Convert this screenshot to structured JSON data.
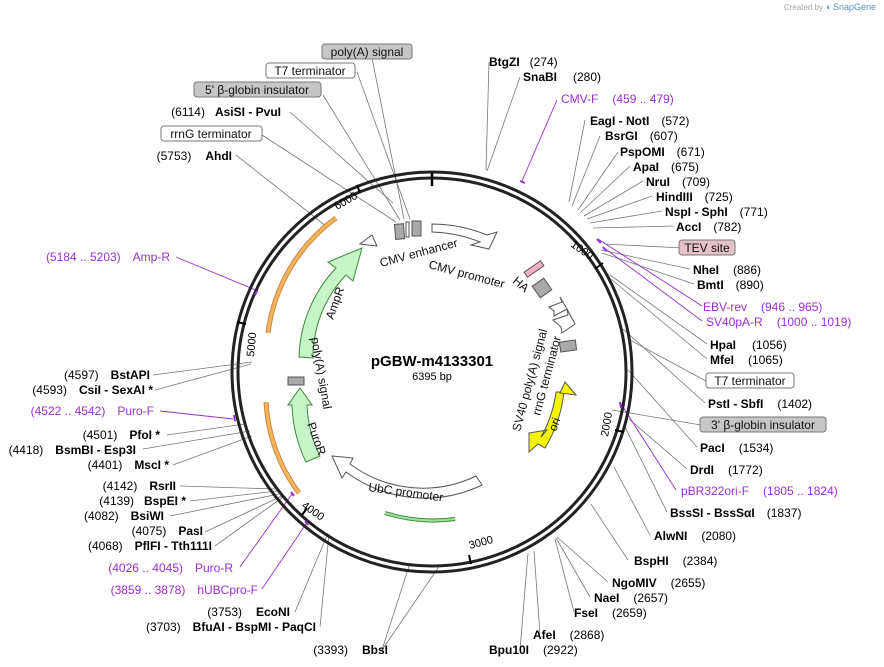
{
  "brand": {
    "created_by": "Created by",
    "app": "SnapGene",
    "logo_icon": "snapgene-logo-icon"
  },
  "plasmid": {
    "name": "pGBW-m4133301",
    "length": "6395 bp"
  },
  "ticks": [
    "1000",
    "2000",
    "3000",
    "4000",
    "5000",
    "6000"
  ],
  "sites_right": [
    {
      "name": "BtgZI",
      "pos": "(274)"
    },
    {
      "name": "SnaBI",
      "pos": "(280)"
    },
    {
      "name": "EagI  -  NotI",
      "pos": "(572)"
    },
    {
      "name": "BsrGI",
      "pos": "(607)"
    },
    {
      "name": "PspOMI",
      "pos": "(671)"
    },
    {
      "name": "ApaI",
      "pos": "(675)"
    },
    {
      "name": "NruI",
      "pos": "(709)"
    },
    {
      "name": "HindIII",
      "pos": "(725)"
    },
    {
      "name": "NspI  -  SphI",
      "pos": "(771)"
    },
    {
      "name": "AccI",
      "pos": "(782)"
    },
    {
      "name": "NheI",
      "pos": "(886)"
    },
    {
      "name": "BmtI",
      "pos": "(890)"
    },
    {
      "name": "HpaI",
      "pos": "(1056)"
    },
    {
      "name": "MfeI",
      "pos": "(1065)"
    },
    {
      "name": "PstI  -  SbfI",
      "pos": "(1402)"
    },
    {
      "name": "PacI",
      "pos": "(1534)"
    },
    {
      "name": "DrdI",
      "pos": "(1772)"
    },
    {
      "name": "BssSI  -  BssSαI",
      "pos": "(1837)"
    },
    {
      "name": "AlwNI",
      "pos": "(2080)"
    },
    {
      "name": "BspHI",
      "pos": "(2384)"
    },
    {
      "name": "NgoMIV",
      "pos": "(2655)"
    },
    {
      "name": "NaeI",
      "pos": "(2657)"
    },
    {
      "name": "FseI",
      "pos": "(2659)"
    },
    {
      "name": "AfeI",
      "pos": "(2868)"
    },
    {
      "name": "Bpu10I",
      "pos": "(2922)"
    }
  ],
  "sites_left": [
    {
      "name": "AsiSI  -  PvuI",
      "pos": "(6114)"
    },
    {
      "name": "AhdI",
      "pos": "(5753)"
    },
    {
      "name": "BstAPI",
      "pos": "(4597)"
    },
    {
      "name": "CsiI  -  SexAI *",
      "pos": "(4593)"
    },
    {
      "name": "PfoI *",
      "pos": "(4501)"
    },
    {
      "name": "BsmBI  -  Esp3I",
      "pos": "(4418)"
    },
    {
      "name": "MscI *",
      "pos": "(4401)"
    },
    {
      "name": "RsrII",
      "pos": "(4142)"
    },
    {
      "name": "BspEI *",
      "pos": "(4139)"
    },
    {
      "name": "BsiWI",
      "pos": "(4082)"
    },
    {
      "name": "PasI",
      "pos": "(4075)"
    },
    {
      "name": "PflFI  -  Tth111I",
      "pos": "(4068)"
    },
    {
      "name": "EcoNI",
      "pos": "(3753)"
    },
    {
      "name": "BfuAI  -  BspMI  -  PaqCI",
      "pos": "(3703)"
    },
    {
      "name": "BbsI",
      "pos": "(3393)"
    }
  ],
  "primers": [
    {
      "name": "CMV-F",
      "range": "(459 .. 479)"
    },
    {
      "name": "EBV-rev",
      "range": "(946 .. 965)"
    },
    {
      "name": "SV40pA-R",
      "range": "(1000 .. 1019)"
    },
    {
      "name": "pBR322ori-F",
      "range": "(1805 .. 1824)"
    },
    {
      "name": "Amp-R",
      "range": "(5184 .. 5203)"
    },
    {
      "name": "Puro-F",
      "range": "(4522 .. 4542)"
    },
    {
      "name": "Puro-R",
      "range": "(4026 .. 4045)"
    },
    {
      "name": "hUBCpro-F",
      "range": "(3859 .. 3878)"
    }
  ],
  "boxes": [
    {
      "text": "poly(A) signal",
      "style": "gray"
    },
    {
      "text": "T7 terminator",
      "style": "white"
    },
    {
      "text": "5' β-globin insulator",
      "style": "gray"
    },
    {
      "text": "rrnG terminator",
      "style": "white"
    },
    {
      "text": "TEV site",
      "style": "pink"
    },
    {
      "text": "T7 terminator",
      "style": "white"
    },
    {
      "text": "3' β-globin insulator",
      "style": "gray"
    }
  ],
  "features": [
    {
      "name": "CMV enhancer"
    },
    {
      "name": "CMV promoter"
    },
    {
      "name": "HA"
    },
    {
      "name": "SV40 poly(A) signal"
    },
    {
      "name": "rrnG terminator"
    },
    {
      "name": "ori"
    },
    {
      "name": "AmpR"
    },
    {
      "name": "poly(A) signal"
    },
    {
      "name": "PuroR"
    },
    {
      "name": "UbC promoter"
    }
  ],
  "colors": {
    "backbone": "#222222",
    "primer": "#9b30d0",
    "ori": "#f5f500",
    "resistance": "#c8f5c8",
    "resistance_stroke": "#3a8a3a",
    "promoter": "#ffffff",
    "terminator_gray": "#a9a9a9",
    "promoter_arc": "#f4b35f",
    "tev": "#e6c1c8",
    "ha": "#f2b0c4",
    "gray_box": "#c6c6c6"
  }
}
